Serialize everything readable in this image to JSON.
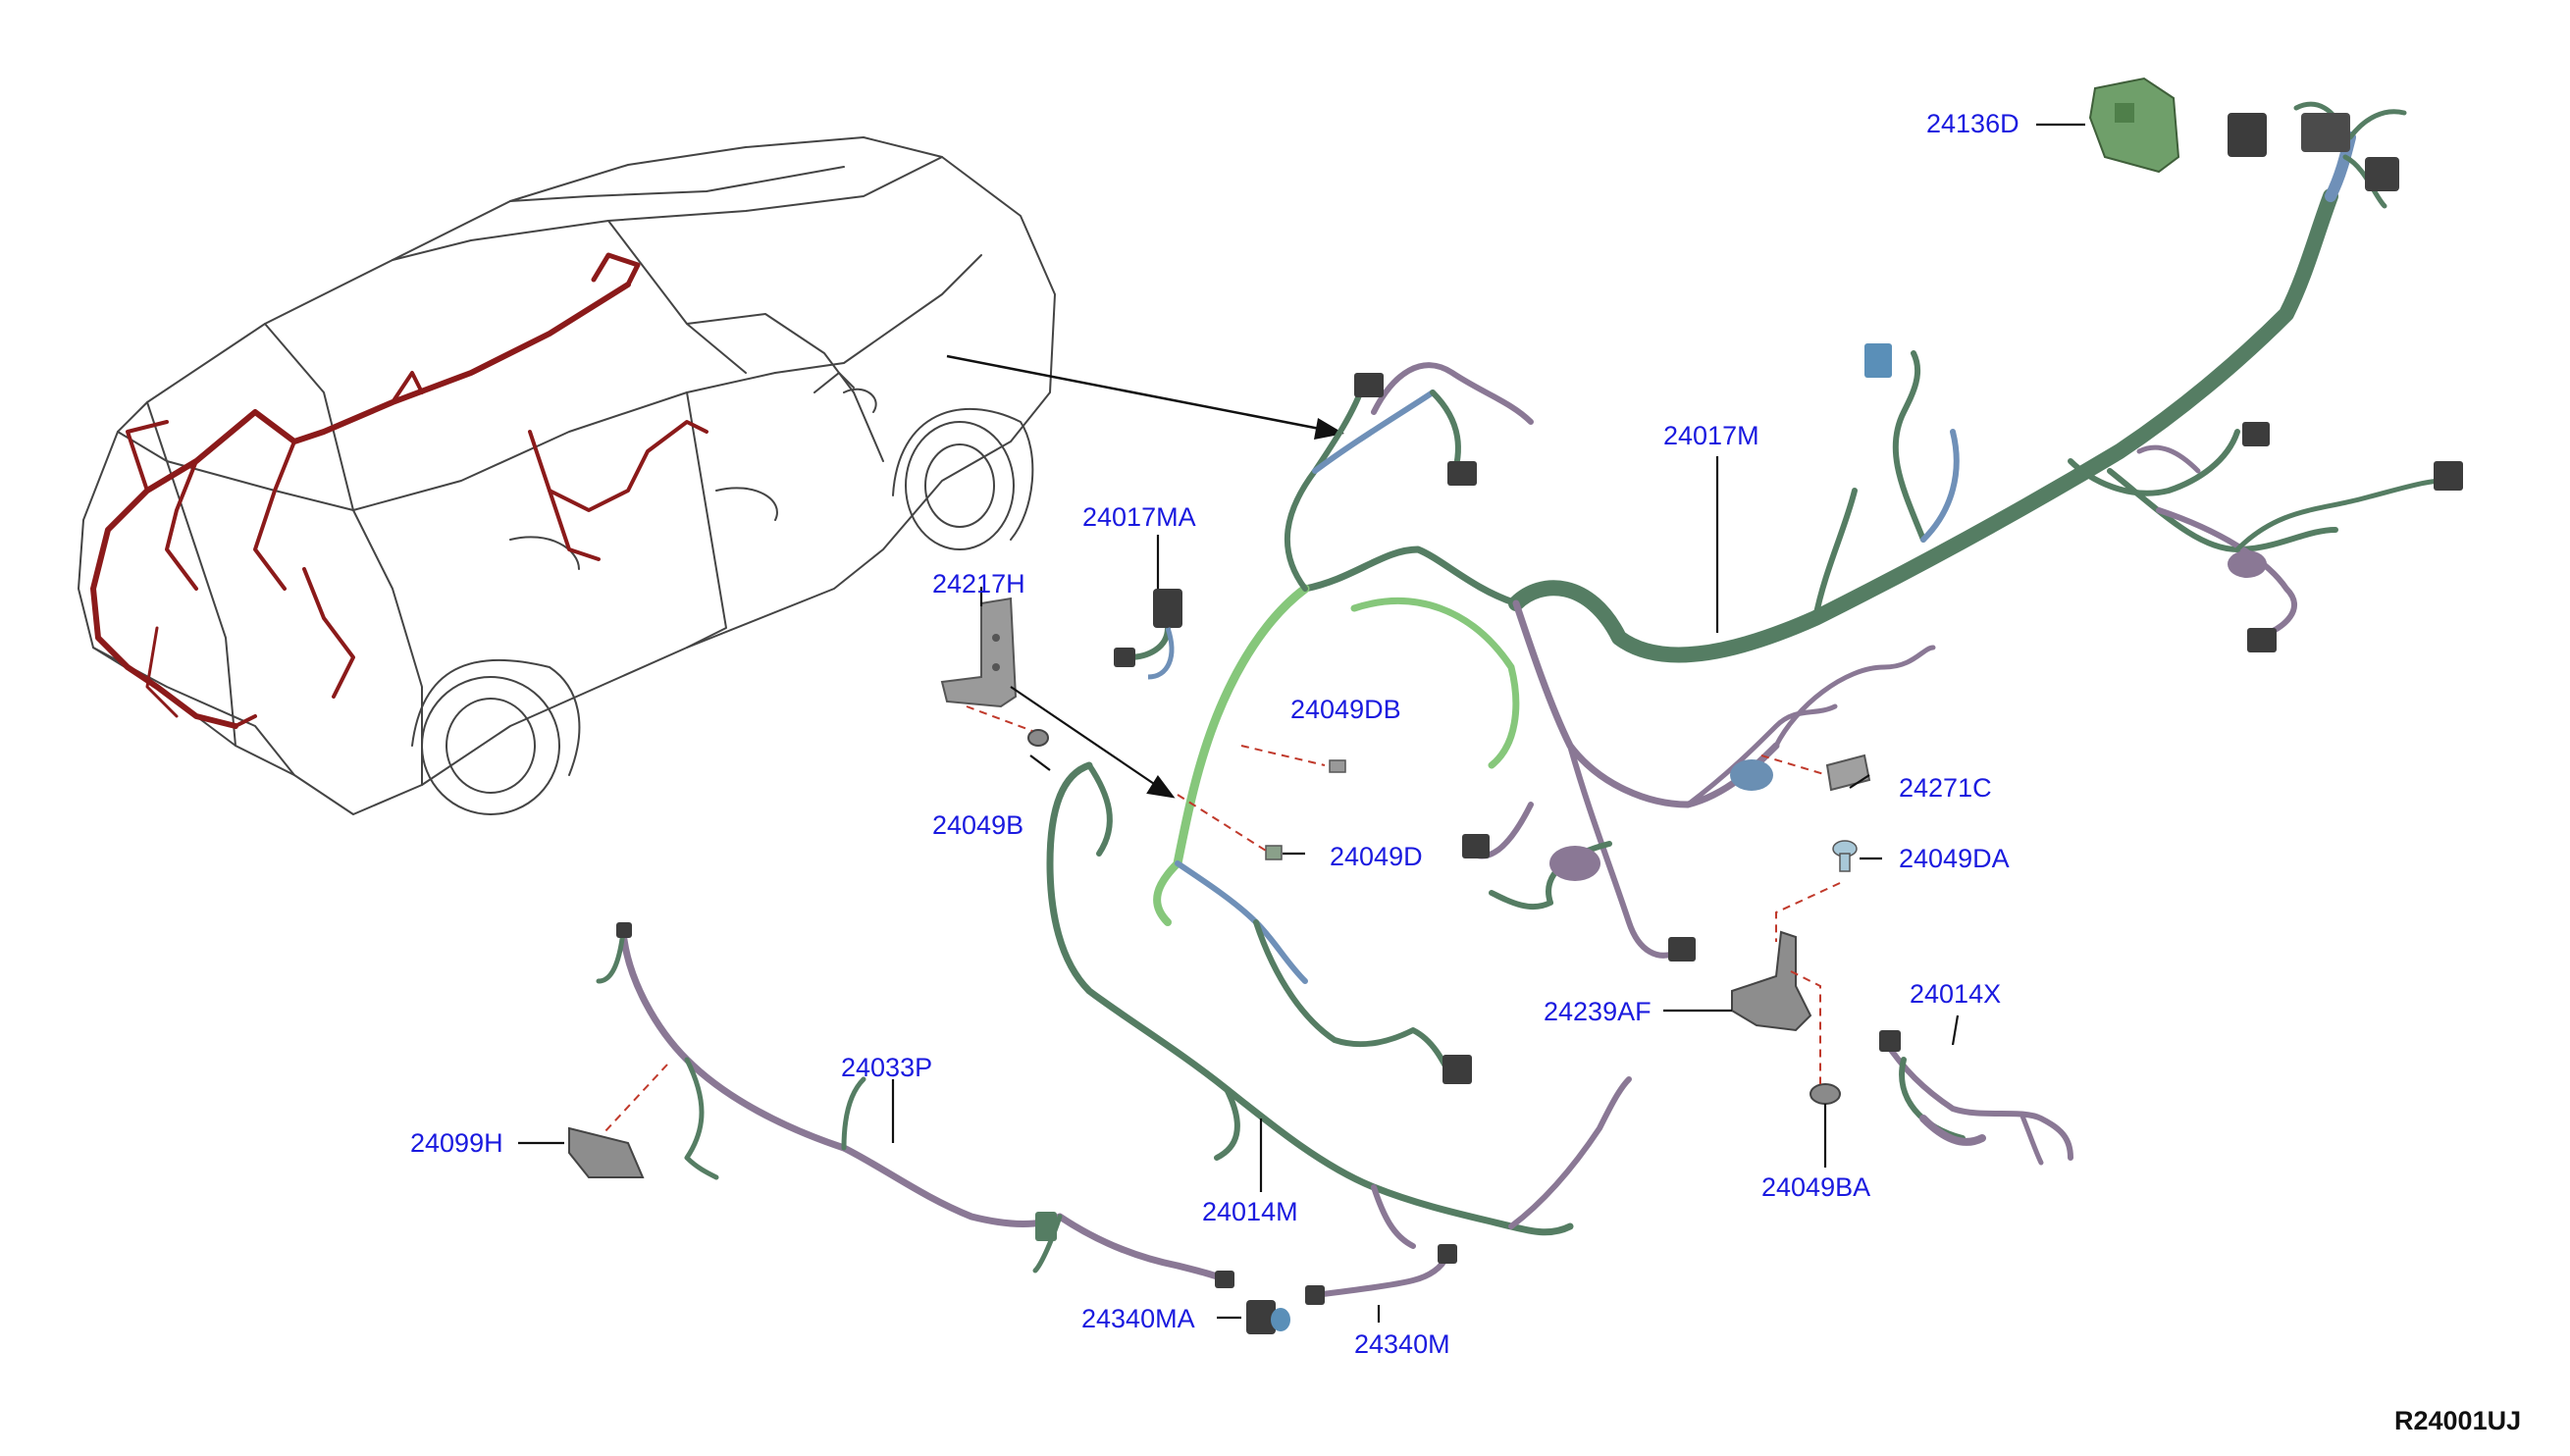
{
  "diagram_code": "R24001UJ",
  "colors": {
    "label": "#1a1adf",
    "leader": "#111111",
    "dashed_leader": "#c0392b",
    "vehicle_outline": "#444444",
    "vehicle_harness": "#8b1a1a",
    "harness_main": "#557d63",
    "harness_light": "#86c77b",
    "harness_purple": "#8a7895",
    "harness_blue": "#6f90b8",
    "bracket": "#8d8d8d"
  },
  "labels": {
    "p24136D": "24136D",
    "p24017M": "24017M",
    "p24017MA": "24017MA",
    "p24217H": "24217H",
    "p24049DB": "24049DB",
    "p24049B": "24049B",
    "p24049D": "24049D",
    "p24271C": "24271C",
    "p24049DA": "24049DA",
    "p24239AF": "24239AF",
    "p24014X": "24014X",
    "p24033P": "24033P",
    "p24099H": "24099H",
    "p24014M": "24014M",
    "p24049BA": "24049BA",
    "p24340MA": "24340MA",
    "p24340M": "24340M"
  }
}
